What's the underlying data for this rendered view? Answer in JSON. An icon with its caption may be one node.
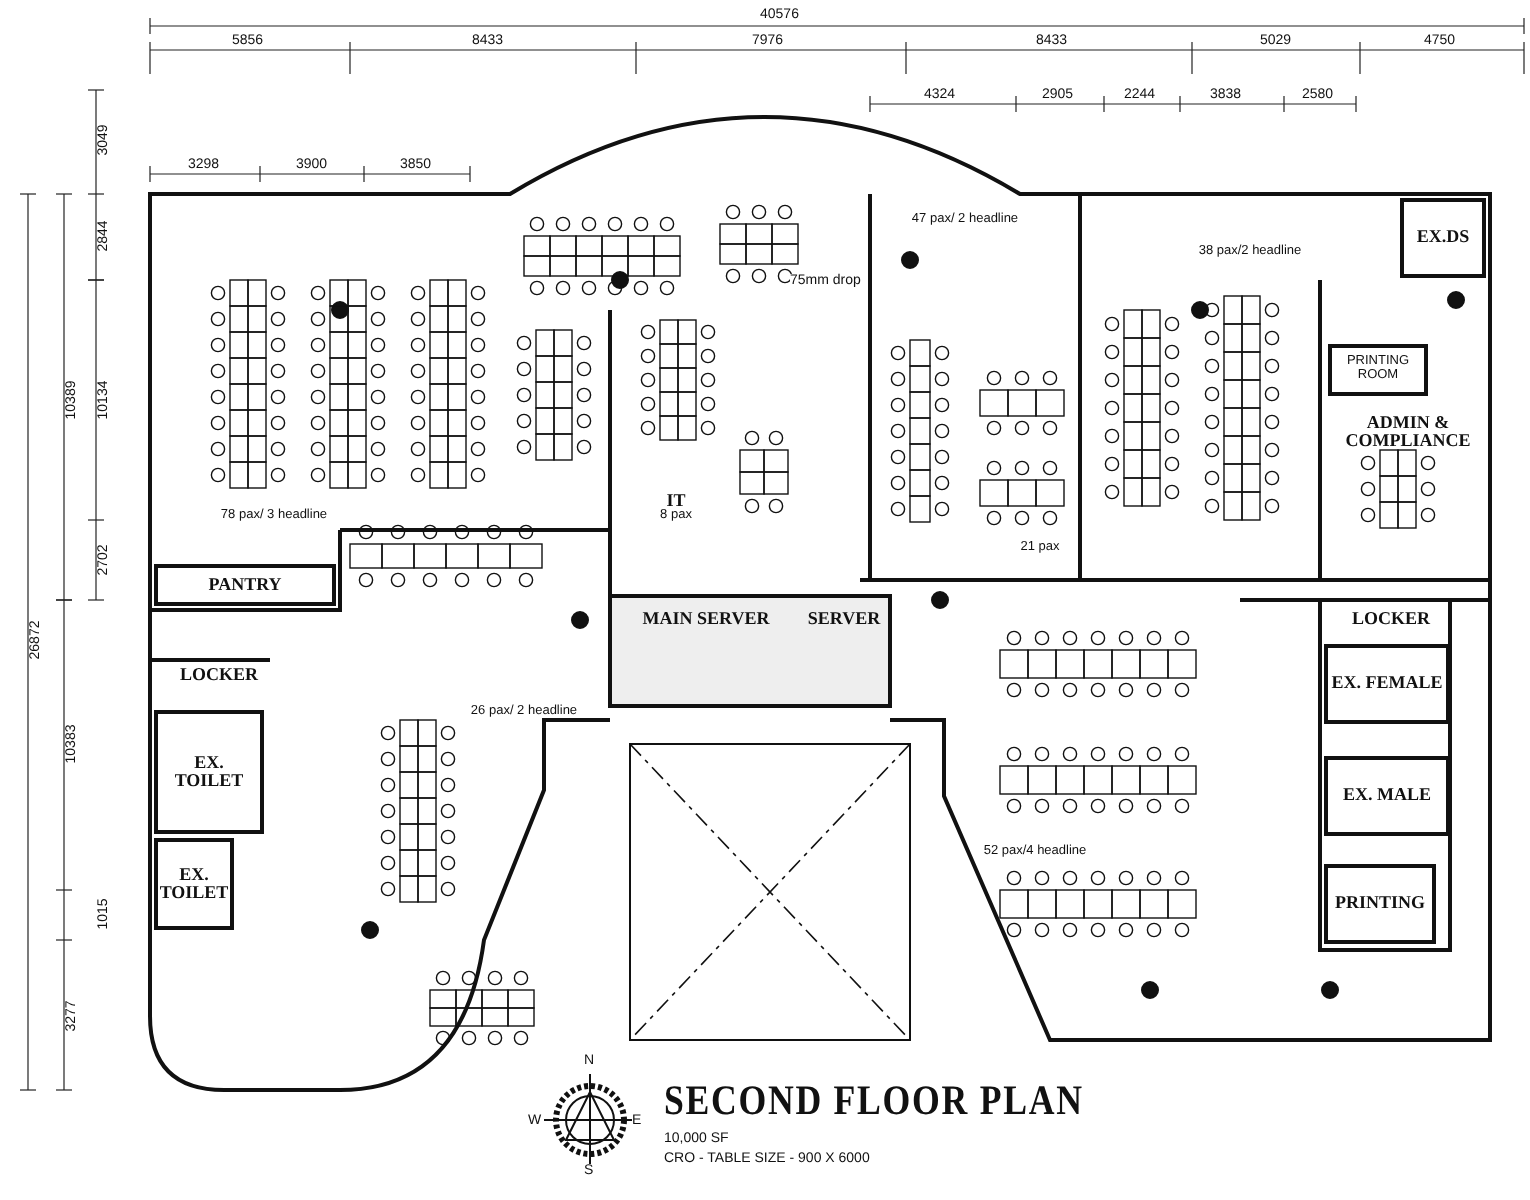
{
  "diagram": {
    "title": "SECOND FLOOR PLAN",
    "nodes": [
      {
        "text": [
          "78 pax/ 3 headline"
        ]
      },
      {
        "text": [
          "PANTRY"
        ]
      },
      {
        "text": [
          "IT",
          "8 pax"
        ]
      },
      {
        "text": [
          "47 pax/ 2 headline"
        ]
      },
      {
        "text": [
          "38 pax/2 headline"
        ]
      },
      {
        "text": [
          "21 pax"
        ]
      },
      {
        "text": [
          "EX.DS"
        ]
      },
      {
        "text": [
          "PRINTING ROOM"
        ]
      },
      {
        "text": [
          "ADMIN & COMPLIANCE"
        ]
      },
      {
        "text": [
          "LOCKER"
        ]
      },
      {
        "text": [
          "EX. TOILET"
        ]
      },
      {
        "text": [
          "EX. TOILET"
        ]
      },
      {
        "text": [
          "26 pax/ 2 headline"
        ]
      },
      {
        "text": [
          "MAIN SERVER"
        ]
      },
      {
        "text": [
          "SERVER"
        ]
      },
      {
        "text": [
          "LOCKER"
        ]
      },
      {
        "text": [
          "EX. FEMALE"
        ]
      },
      {
        "text": [
          "EX. MALE"
        ]
      },
      {
        "text": [
          "PRINTING"
        ]
      },
      {
        "text": [
          "52 pax/4 headline"
        ]
      }
    ],
    "labels": [
      "40576",
      "5856",
      "8433",
      "7976",
      "8433",
      "5029",
      "4750",
      "4324",
      "2905",
      "2244",
      "3838",
      "2580",
      "3298",
      "3900",
      "3850",
      "3049",
      "2844",
      "10389",
      "10134",
      "2702",
      "26872",
      "10383",
      "1015",
      "3277",
      "75mm drop",
      "N",
      "W",
      "E",
      "S",
      "10,000 SF",
      "CRO - TABLE SIZE - 900 X 6000"
    ]
  }
}
